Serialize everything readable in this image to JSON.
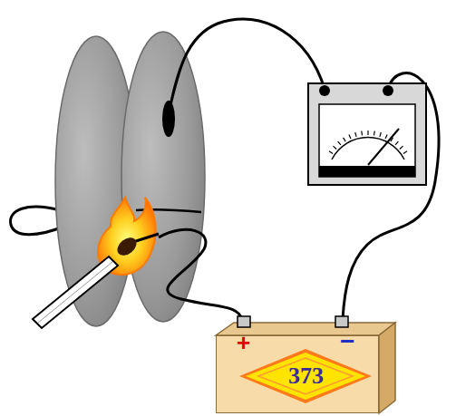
{
  "diagram": {
    "nodes": [
      {
        "text": [
          "+",
          "−"
        ]
      },
      {
        "text": [
          "373"
        ],
        "in": 0
      }
    ]
  }
}
